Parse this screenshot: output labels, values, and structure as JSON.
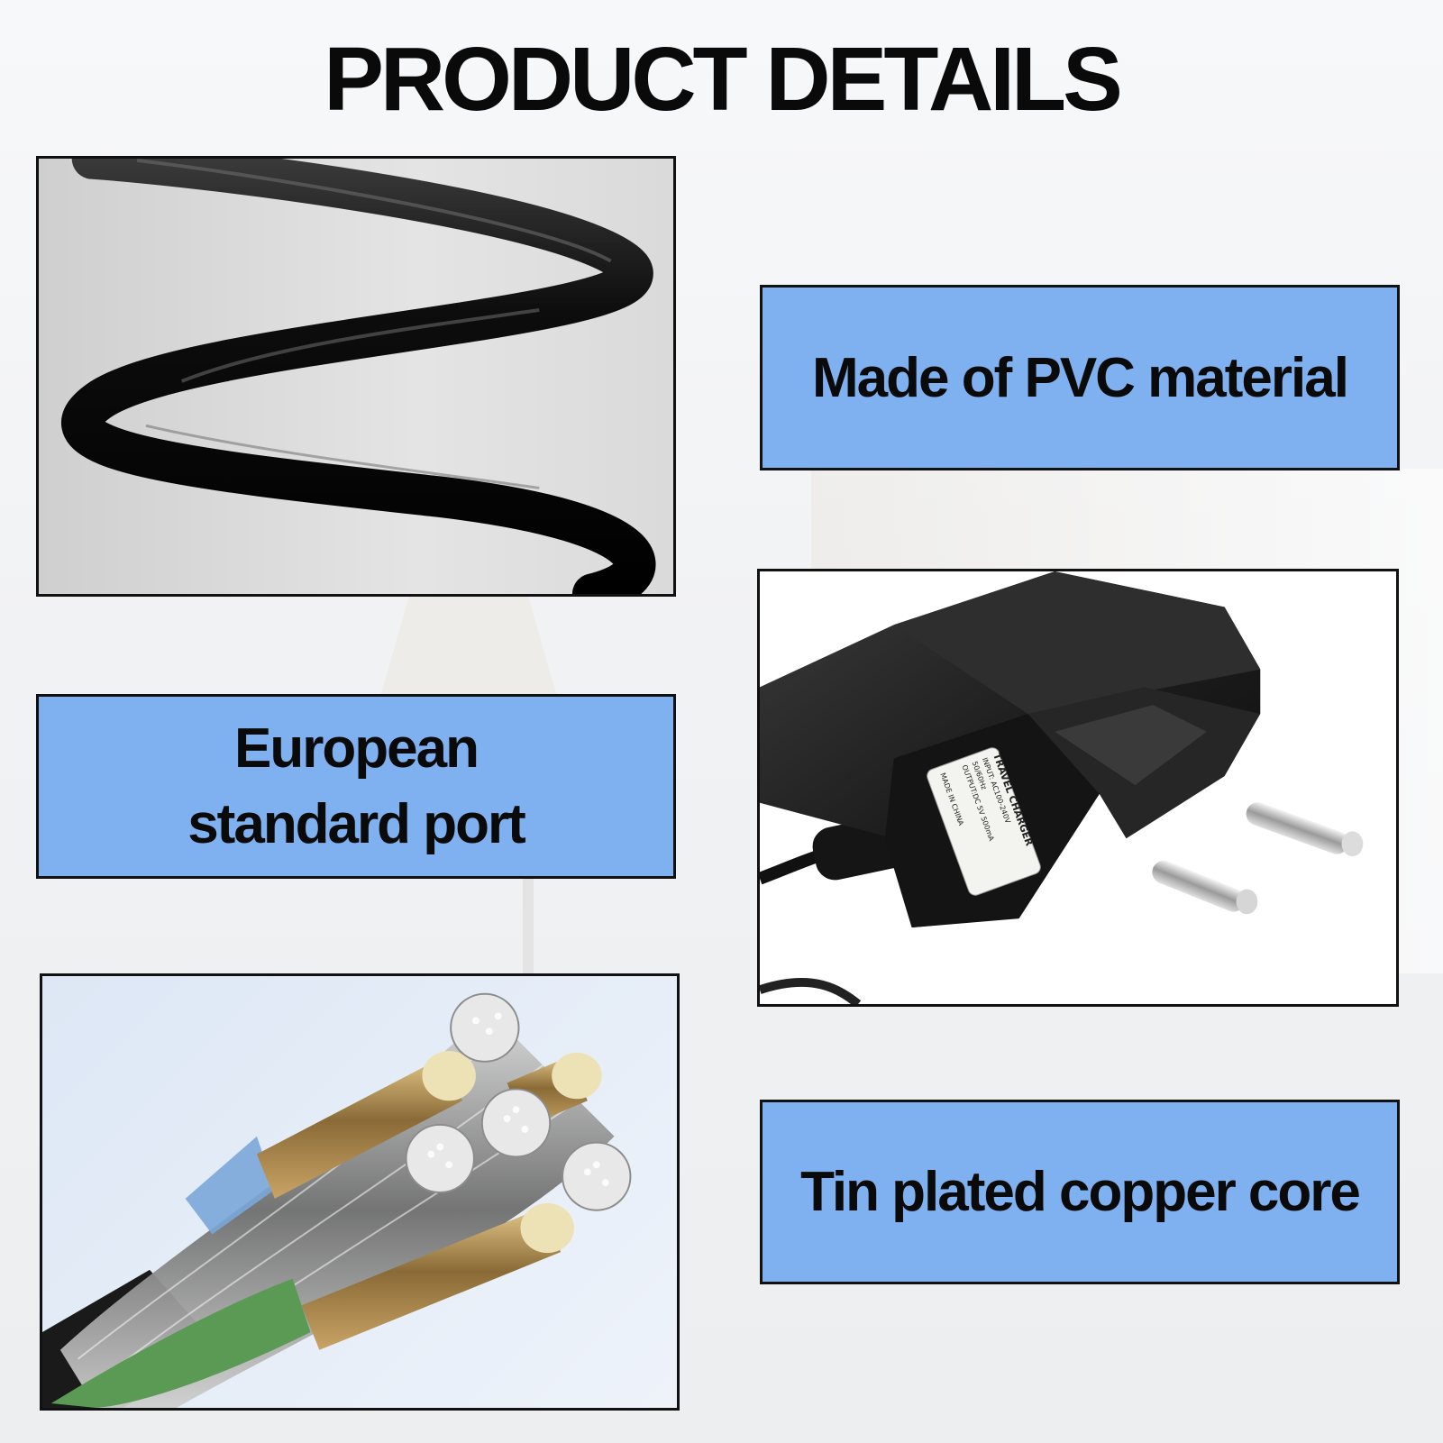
{
  "title": "PRODUCT DETAILS",
  "labels": {
    "material": "Made of PVC material",
    "port_line1": "European",
    "port_line2": "standard port",
    "core": "Tin plated copper core"
  },
  "charger_text": {
    "line1": "TRAVEL CHARGER",
    "line2": "INPUT: AC100-240V",
    "line3": "50/60Hz",
    "line4": "OUTPUT:DC 5V  500mA",
    "line5": "MADE IN CHINA"
  },
  "colors": {
    "label_bg": "#7fb0ef",
    "border": "#111111",
    "text": "#0a0a0a"
  }
}
